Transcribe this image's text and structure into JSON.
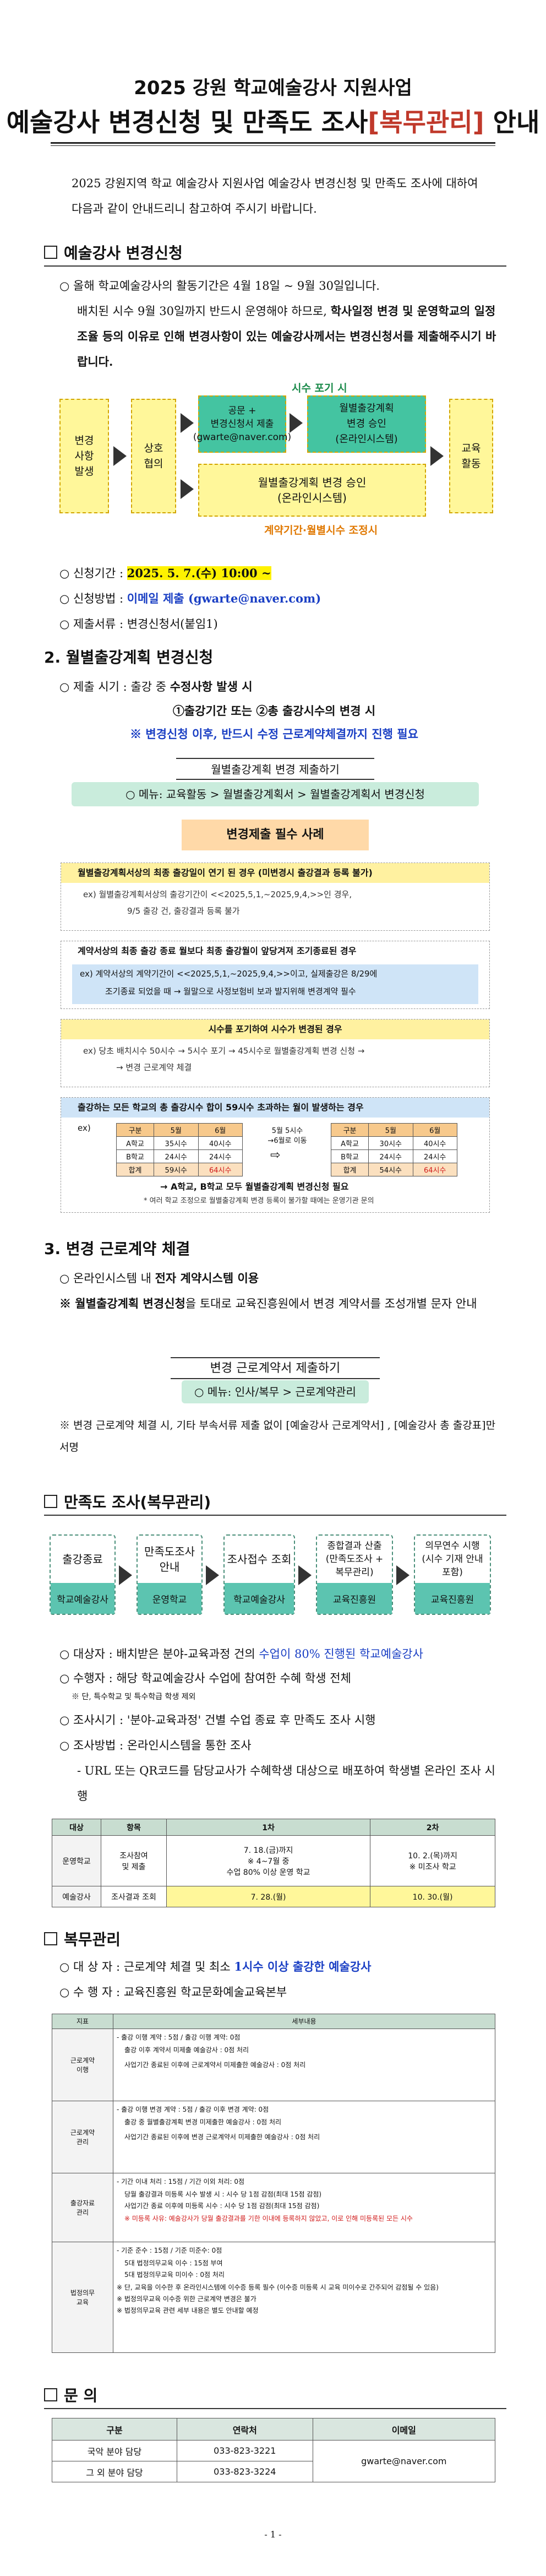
{
  "header": {
    "title_line1": "2025 강원 학교예술강사 지원사업",
    "title_line2_a": "예술강사 변경신청 및 만족도 조사",
    "title_line2_b": "[복무관리]",
    "title_line2_c": " 안내"
  },
  "intro": "2025 강원지역 학교 예술강사 지원사업 예술강사 변경신청 및 만족도 조사에 대하여 다음과 같이 안내드리니 참고하여 주시기 바랍니다.",
  "sec1": {
    "title": "예술강사 변경신청",
    "p1": "○ 올해 학교예술강사의 활동기간은 4월 18일 ~ 9월 30일입니다.",
    "p2a": "배치된 시수 9월 30일까지 반드시 운영해야 하므로, ",
    "p2b": "학사일정 변경 및 운영학교의 일정조율 등의 이유로 인해 변경사항이 있는 예술강사께서는 변경신청서를 제출해주시기 바랍니다.",
    "flow": {
      "left": "변경\n사항\n발생",
      "mid": "상호\n협의",
      "top_label": "시수 포기 시",
      "box1": "공문 +\n변경신청서 제출\n(gwarte@naver.com)",
      "box2": "월별출강계획\n변경 승인\n(온라인시스템)",
      "box3": "월별출강계획 변경 승인\n(온라인시스템)",
      "bottom_label": "계약기간·월별시수 조정시",
      "right": "교육\n활동"
    },
    "period_label": "○ 신청기간 : ",
    "period_value": "2025. 5. 7.(수) 10:00 ~",
    "method_label": "○ 신청방법 : ",
    "method_value": "이메일 제출 (gwarte@naver.com)",
    "docs": "○ 제출서류 : 변경신청서(붙임1)"
  },
  "sec2": {
    "title": "2. 월별출강계획 변경신청",
    "p1a": "○ 제출 시기 : 출강 중 ",
    "p1b": "수정사항 발생 시",
    "p2": "①출강기간 또는 ②총 출강시수의 변경 시",
    "p3": "※ 변경신청 이후, 반드시 수정 근로계약체결까지 진행 필요",
    "submit_title": "월별출강계획 변경 제출하기",
    "submit_path": "○ 메뉴: 교육활동 > 월별출강계획서 > 월별출강계획서 변경신청",
    "example_title": "변경제출 필수 사례",
    "case1_head": "월별출강계획서상의 최종 출강일이 연기 된 경우 (미변경시 출강결과 등록 불가)",
    "case1_body1": "ex) 월별출강계획서상의 출강기간이 <<2025,5,1,~2025,9,4,>>인 경우,",
    "case1_body2": "9/5 출강 건, 출강결과 등록 불가",
    "case2_head": "계약서상의 최종 출강 종료 월보다 최종 출강월이 앞당겨져 조기종료된 경우",
    "case2_body1": "ex) 계약서상의 계약기간이 <<2025,5,1,~2025,9,4,>>이고, 실제출강은 8/29에",
    "case2_body2": "조기종료 되었을 때 → 월말으로 사정보험비 보과 발지위해 변경계약 필수",
    "case3_head": "시수를 포기하여 시수가 변경된 경우",
    "case3_body1": "ex) 당초 배치시수 50시수 → 5시수 포기 → 45시수로 월별출강계획 변경 신청 →",
    "case3_body2": "→ 변경 근로계약 체결",
    "case4_head": "출강하는 모든 학교의 총 출강시수 합이 59시수 초과하는 월이 발생하는 경우",
    "case4_ex": "ex)",
    "case4_note": "5월 5시수\n→6월로 이동",
    "case4_r1": "→ A학교, B학교 모두 월별출강계획 변경신청 필요",
    "case4_r2": "* 여러 학교 조정으로 월별출강계획 변경 등록이 불가할 때에는 운영기관 문의",
    "tbl_head": [
      "구분",
      "5월",
      "6월"
    ],
    "tbl_left": [
      [
        "A학교",
        "35시수",
        "40시수"
      ],
      [
        "B학교",
        "24시수",
        "24시수"
      ],
      [
        "합계",
        "59시수",
        "64시수"
      ]
    ],
    "tbl_right": [
      [
        "A학교",
        "30시수",
        "40시수"
      ],
      [
        "B학교",
        "24시수",
        "24시수"
      ],
      [
        "합계",
        "54시수",
        "64시수"
      ]
    ]
  },
  "sec3": {
    "title": "3. 변경 근로계약 체결",
    "p1a": "○ 온라인시스템 내 ",
    "p1b": "전자 계약시스템 이용",
    "p2a": "※ 월별출강계획 변경신청",
    "p2b": "을 토대로 교육진흥원에서 변경 계약서를 조성개별 문자 안내",
    "submit_title": "변경 근로계약서 제출하기",
    "submit_path": "○ 메뉴: 인사/복무 > 근로계약관리",
    "p3": "※ 변경 근로계약 체결 시, 기타 부속서류 제출 없이 [예술강사 근로계약서] , [예술강사 총 출강표]만 서명"
  },
  "sec4": {
    "title": "만족도 조사(복무관리)",
    "steps": [
      {
        "t": "출강종료",
        "b": "학교예술강사"
      },
      {
        "t": "만족도조사\n안내",
        "b": "운영학교"
      },
      {
        "t": "조사접수 조회",
        "b": "학교예술강사"
      },
      {
        "t": "종합결과 산출\n(만족도조사 +\n복무관리)",
        "b": "교육진흥원"
      },
      {
        "t": "의무연수 시행\n(시수 기재 안내\n포함)",
        "b": "교육진흥원"
      }
    ],
    "p1a": "○ 대상자 : 배치받은 분야-교육과정 건의 ",
    "p1b": "수업이 80% 진행된 학교예술강사",
    "p2a": "○ 수행자 : 해당 학교예술강사 수업에 참여한 수혜 학생 전체",
    "p2b": "※ 단, 특수학교 및 특수학급 학생 제외",
    "p3": "○ 조사시기 : '분야-교육과정' 건별 수업 종료 후 만족도 조사 시행",
    "p4": "○ 조사방법 : 온라인시스템을 통한 조사",
    "p5": "- URL 또는 QR코드를 담당교사가 수혜학생 대상으로 배포하여 학생별 온라인 조사 시행",
    "tbl_head": [
      "대상",
      "항목",
      "1차",
      "2차"
    ],
    "tbl_r1": [
      "운영학교",
      "조사참여\n및 제출",
      "7. 18.(금)까지\n※ 4~7월 중\n수업 80% 이상 운영 학교",
      "10. 2.(목)까지\n※ 미조사 학교"
    ],
    "tbl_r2": [
      "예술강사",
      "조사결과 조회",
      "7. 28.(월)",
      "10. 30.(월)"
    ]
  },
  "sec5": {
    "title": "복무관리",
    "p1a": "○ 대 상 자 : 근로계약 체결 및 최소 ",
    "p1b": "1시수 이상 출강한 예술강사",
    "p2": "○ 수 행 자 : 교육진흥원 학교문화예술교육본부",
    "tbl_head": [
      "지표",
      "세부내용"
    ],
    "rows": [
      {
        "name": "근로계약\n이행",
        "top": "- 출강 이행 계약 : 5점 / 출강 이행 계약: 0점",
        "lines": [
          "출강 이후 계약서 미제출 예술강사 : 0점 처리",
          "사업기간 종료된 이후에 근로계약서 미제출한 예술강사 : 0점 처리"
        ]
      },
      {
        "name": "근로계약\n관리",
        "top": "- 출강 이행 변경 계약 : 5점 / 출강 이후 변경 계약: 0점",
        "lines": [
          "출강 중 월별출강계획 변경 미제출한 예술강사 : 0점 처리",
          "사업기간 종료된 이후에 변경 근로계약서 미제출한 예술강사 : 0점 처리"
        ]
      },
      {
        "name": "출강자료\n관리",
        "top": "- 기간 이내 처리 : 15점 / 기간 이외 처리: 0점",
        "lines": [
          "당월 출강결과 미등록 시수 발생 시 : 시수 당 1점 감점(최대 15점 감점)",
          "사업기간 종료 이후에 미등록 시수 : 시수 당 1점 감점(최대 15점 감점)",
          "※ 미등록 사유: 예술강사가 당월 출강결과를 기한 이내에 등록하지 않았고, 이로 인해 미등록된 모든 시수"
        ]
      },
      {
        "name": "법정의무\n교육",
        "top": "- 기준 준수 : 15점 / 기준 미준수: 0점",
        "lines": [
          "5대 법정의무교육 이수 : 15점 부여",
          "5대 법정의무교육 미이수 : 0점 처리",
          "※ 단, 교육을 이수한 후 온라인시스템에 이수증 등록 필수 (이수증 미등록 시 교육 미이수로 간주되어 감점될 수 있음)",
          "※ 법정의무교육 이수증 위한 근로계약 변경은 불가",
          "※ 법정의무교육 관련 세부 내용은 별도 안내할 예정"
        ]
      }
    ]
  },
  "sec6": {
    "title": "문 의",
    "head": [
      "구분",
      "연락처",
      "이메일"
    ],
    "rows": [
      [
        "국악 분야 담당",
        "033-823-3221"
      ],
      [
        "그 외 분야 담당",
        "033-823-3224"
      ]
    ],
    "email": "gwarte@naver.com"
  },
  "footer": {
    "page": "- 1 -"
  }
}
